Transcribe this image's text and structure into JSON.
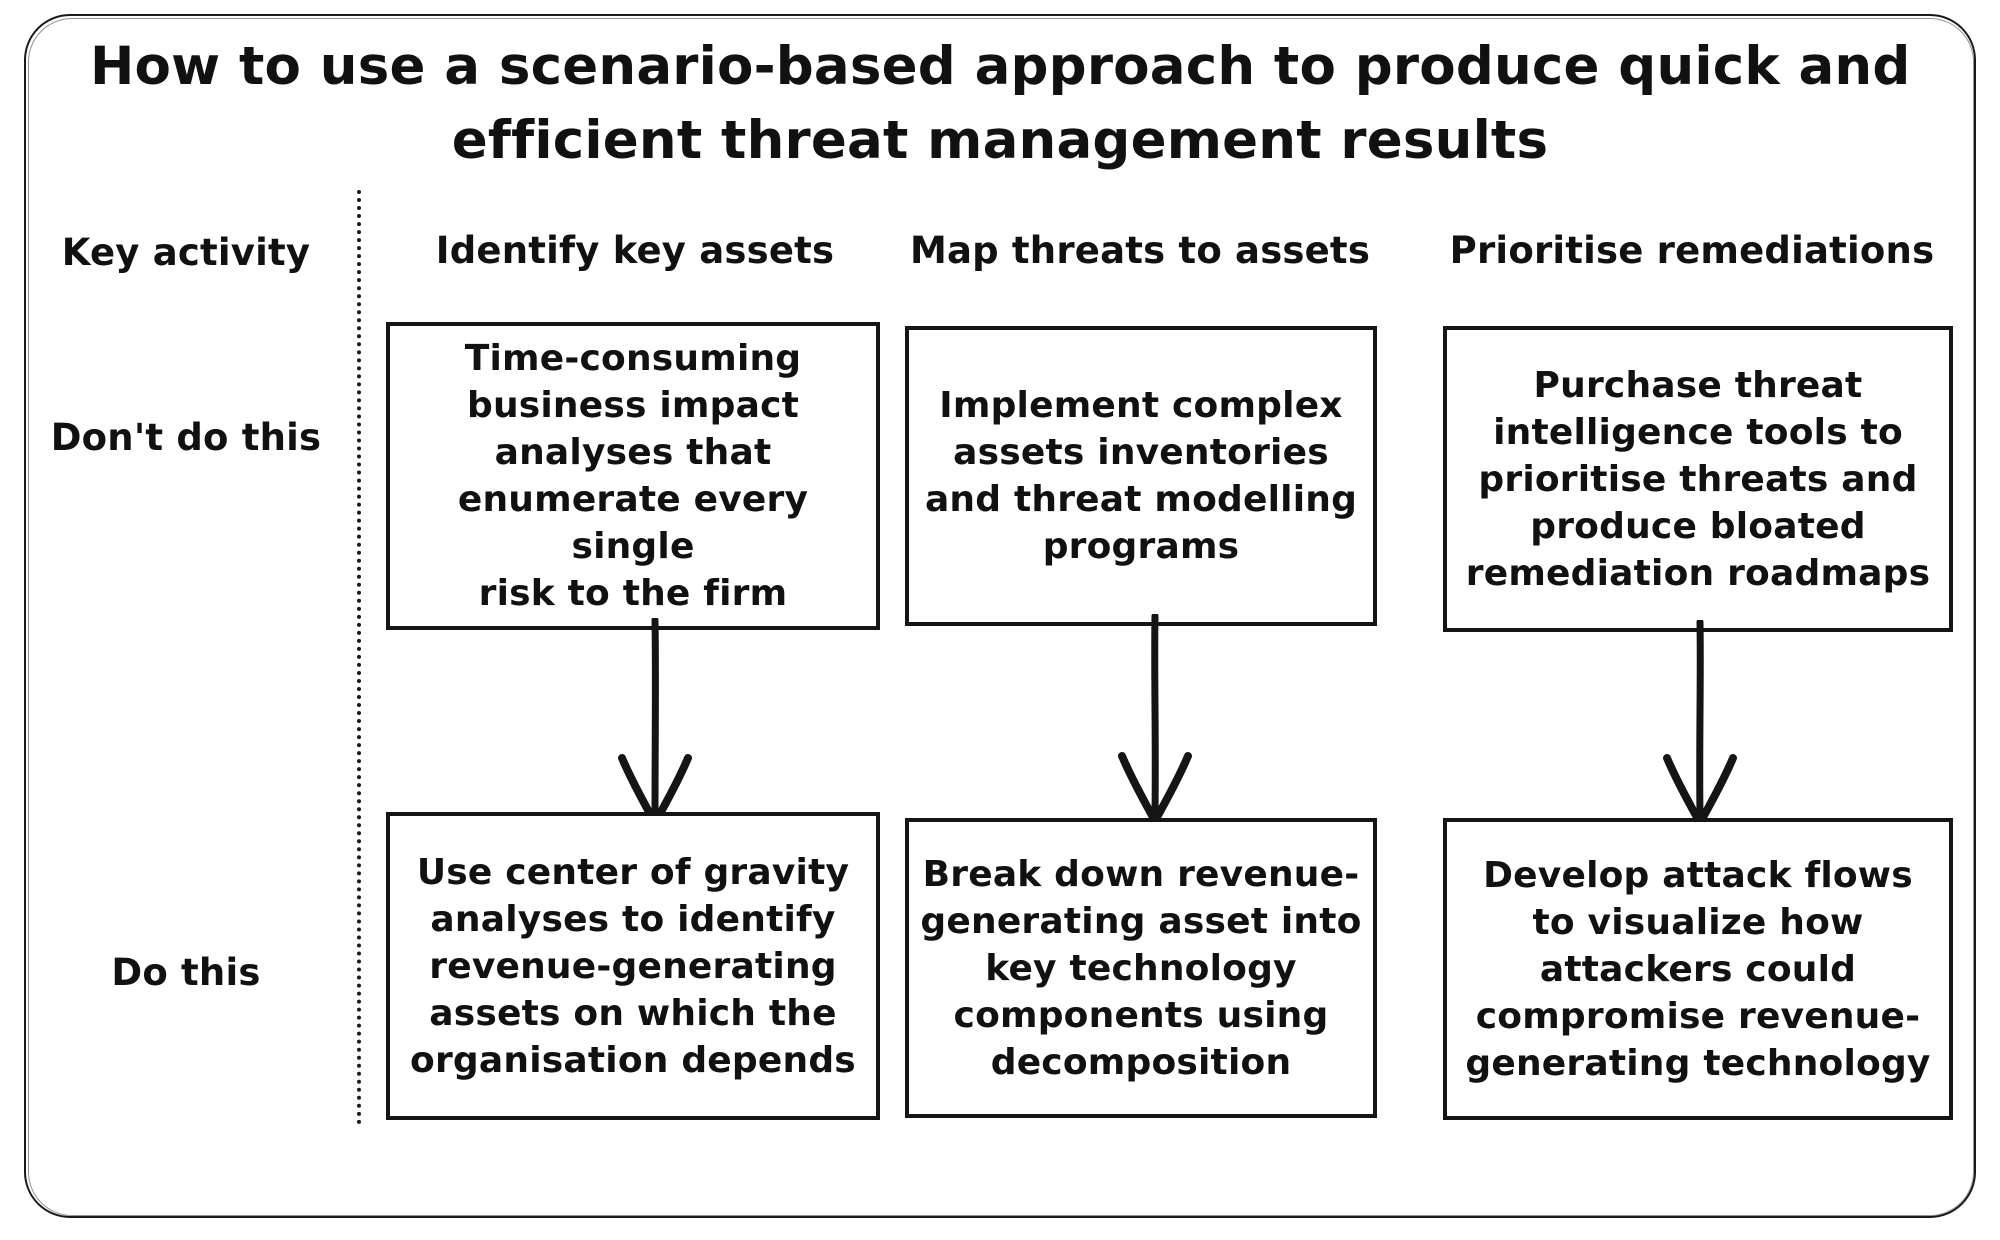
{
  "title": {
    "line1": "How to use a scenario-based approach to produce quick and",
    "line2": "efficient threat management results"
  },
  "row_labels": {
    "key_activity": "Key activity",
    "dont_do_this": "Don't do this",
    "do_this": "Do this"
  },
  "columns": [
    {
      "header": "Identify key assets",
      "dont_do_this": "Time-consuming\nbusiness impact\nanalyses that\nenumerate every single\nrisk to the firm",
      "do_this": "Use center of gravity\nanalyses to identify\nrevenue-generating\nassets on which the\norganisation depends"
    },
    {
      "header": "Map threats to assets",
      "dont_do_this": "Implement complex\nassets inventories\nand threat modelling\nprograms",
      "do_this": "Break down revenue-\ngenerating asset into\nkey technology\ncomponents using\ndecomposition"
    },
    {
      "header": "Prioritise remediations",
      "dont_do_this": "Purchase threat\nintelligence tools to\nprioritise threats and\nproduce bloated\nremediation roadmaps",
      "do_this": "Develop attack flows\nto visualize how\nattackers could\ncompromise revenue-\ngenerating technology"
    }
  ],
  "arrows": {
    "count": 3,
    "direction": "down",
    "semantic": "dont-do-this-leads-to-do-this"
  },
  "colors": {
    "ink": "#111111",
    "border": "#151515",
    "background": "#ffffff"
  }
}
